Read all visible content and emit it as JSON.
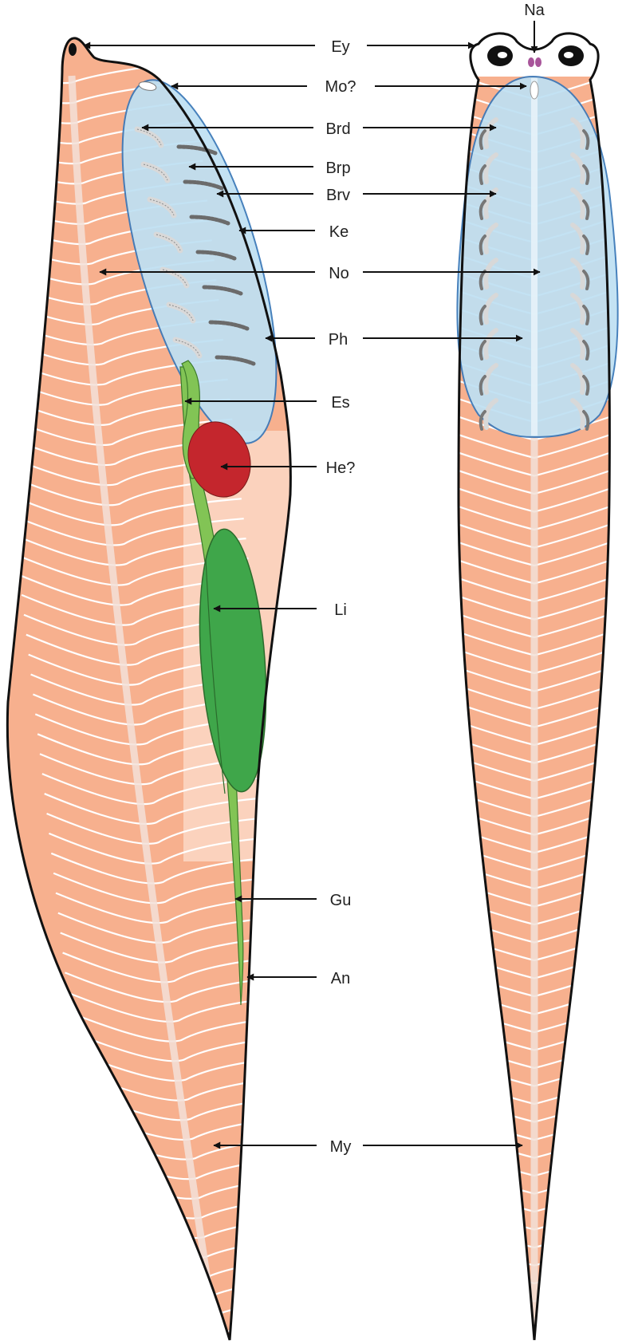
{
  "labels": {
    "na": "Na",
    "ey": "Ey",
    "mo": "Mo?",
    "brd": "Brd",
    "brp": "Brp",
    "brv": "Brv",
    "ke": "Ke",
    "no": "No",
    "ph": "Ph",
    "es": "Es",
    "he": "He?",
    "li": "Li",
    "gu": "Gu",
    "an": "An",
    "my": "My"
  },
  "colors": {
    "myomere_fill": "#f7b08e",
    "myomere_pale": "#fbd6c2",
    "pharynx_fill": "#bfe0f3",
    "pharynx_edge": "#3a78b8",
    "gut_light": "#82c455",
    "liver_green": "#3fa64a",
    "heart_red": "#c4262d",
    "outline": "#111111",
    "arrow": "#111111",
    "nasal": "#a8559a"
  }
}
